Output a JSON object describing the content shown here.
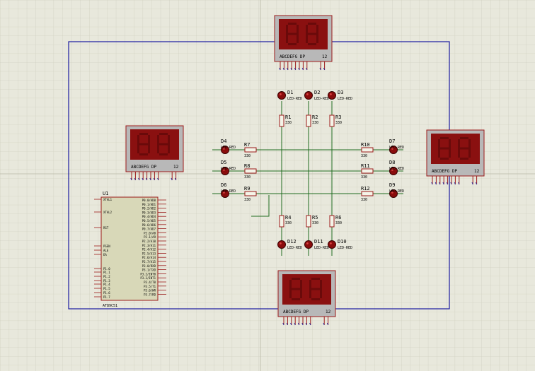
{
  "colors": {
    "background": "#e8e8dc",
    "grid": "#c9c9b8",
    "frame": "#1a1aa0",
    "wire": "#1f6b1f",
    "display_body": "#8a1010",
    "display_frame": "#b8b8b8",
    "led_red": "#8a0c0c",
    "chip_body": "#d8d8b8",
    "chip_outline": "#9b1a1a"
  },
  "displays": [
    {
      "pins": "ABCDEFG DP",
      "common": "12"
    },
    {
      "pins": "ABCDEFG DP",
      "common": "12"
    },
    {
      "pins": "ABCDEFG DP",
      "common": "12"
    },
    {
      "pins": "ABCDEFG DP",
      "common": "12"
    }
  ],
  "leds": [
    {
      "ref": "D1",
      "value": "LED-RED"
    },
    {
      "ref": "D2",
      "value": "LED-RED"
    },
    {
      "ref": "D3",
      "value": "LED-RED"
    },
    {
      "ref": "D4",
      "value": "LED-RED"
    },
    {
      "ref": "D5",
      "value": "LED-RED"
    },
    {
      "ref": "D6",
      "value": "LED-RED"
    },
    {
      "ref": "D7",
      "value": "LED-RED"
    },
    {
      "ref": "D8",
      "value": "LED-RED"
    },
    {
      "ref": "D9",
      "value": "LED-RED"
    },
    {
      "ref": "D10",
      "value": "LED-RED"
    },
    {
      "ref": "D11",
      "value": "LED-RED"
    },
    {
      "ref": "D12",
      "value": "LED-RED"
    }
  ],
  "resistors": [
    {
      "ref": "R1",
      "value": "330"
    },
    {
      "ref": "R2",
      "value": "330"
    },
    {
      "ref": "R3",
      "value": "330"
    },
    {
      "ref": "R4",
      "value": "330"
    },
    {
      "ref": "R5",
      "value": "330"
    },
    {
      "ref": "R6",
      "value": "330"
    },
    {
      "ref": "R7",
      "value": "330"
    },
    {
      "ref": "R8",
      "value": "330"
    },
    {
      "ref": "R9",
      "value": "330"
    },
    {
      "ref": "R10",
      "value": "330"
    },
    {
      "ref": "R11",
      "value": "330"
    },
    {
      "ref": "R12",
      "value": "330"
    }
  ],
  "mcu": {
    "ref": "U1",
    "left_pins": [
      "XTAL1",
      "XTAL2",
      "RST",
      "PSEN",
      "ALE",
      "EA",
      "P1.0",
      "P1.1",
      "P1.2",
      "P1.3",
      "P1.4",
      "P1.5",
      "P1.6",
      "P1.7"
    ],
    "right_pins": [
      "P0.0/AD0",
      "P0.1/AD1",
      "P0.2/AD2",
      "P0.3/AD3",
      "P0.4/AD4",
      "P0.5/AD5",
      "P0.6/AD6",
      "P0.7/AD7",
      "P2.0/A8",
      "P2.1/A9",
      "P2.2/A10",
      "P2.3/A11",
      "P2.4/A12",
      "P2.5/A13",
      "P2.6/A14",
      "P2.7/A15",
      "P3.0/RXD",
      "P3.1/TXD",
      "P3.2/INT0",
      "P3.3/INT1",
      "P3.4/T0",
      "P3.5/T1",
      "P3.6/WR",
      "P3.7/RD"
    ],
    "footer": "AT89C51"
  }
}
